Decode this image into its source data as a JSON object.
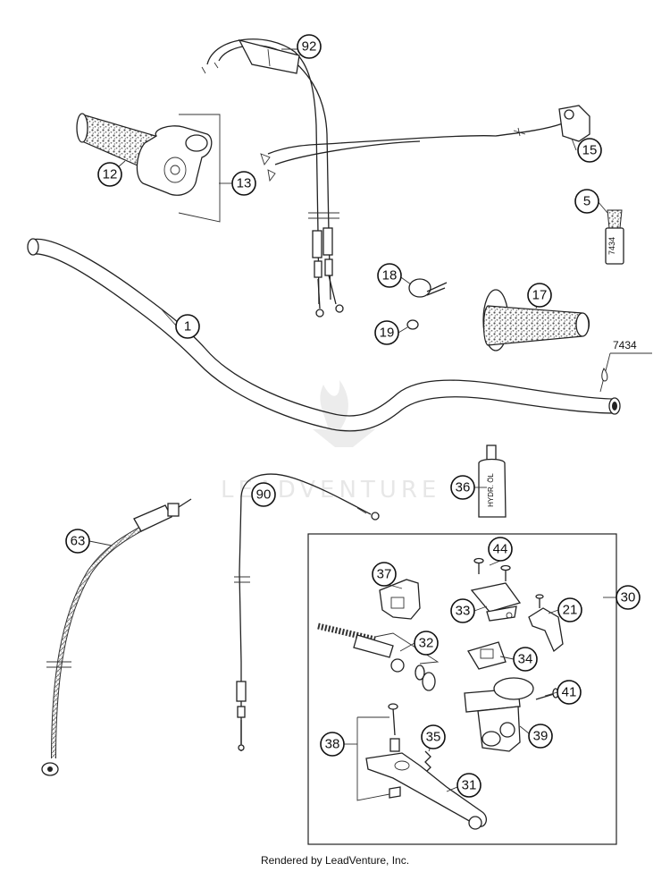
{
  "watermark": {
    "text": "LEADVENTURE"
  },
  "callouts": {
    "c92": "92",
    "c12": "12",
    "c13": "13",
    "c15": "15",
    "c5": "5",
    "c1": "1",
    "c18": "18",
    "c19": "19",
    "c17": "17",
    "c36": "36",
    "c90": "90",
    "c63": "63",
    "c30": "30",
    "c44": "44",
    "c37": "37",
    "c33": "33",
    "c21": "21",
    "c32": "32",
    "c34": "34",
    "c41": "41",
    "c39": "39",
    "c38": "38",
    "c35": "35",
    "c31": "31"
  },
  "part_texts": {
    "torx_ref": "7434",
    "torx_tube": "7434",
    "hydraulic_oil": "HYDR. ÖL"
  },
  "footer": {
    "text": "Rendered by LeadVenture, Inc."
  }
}
